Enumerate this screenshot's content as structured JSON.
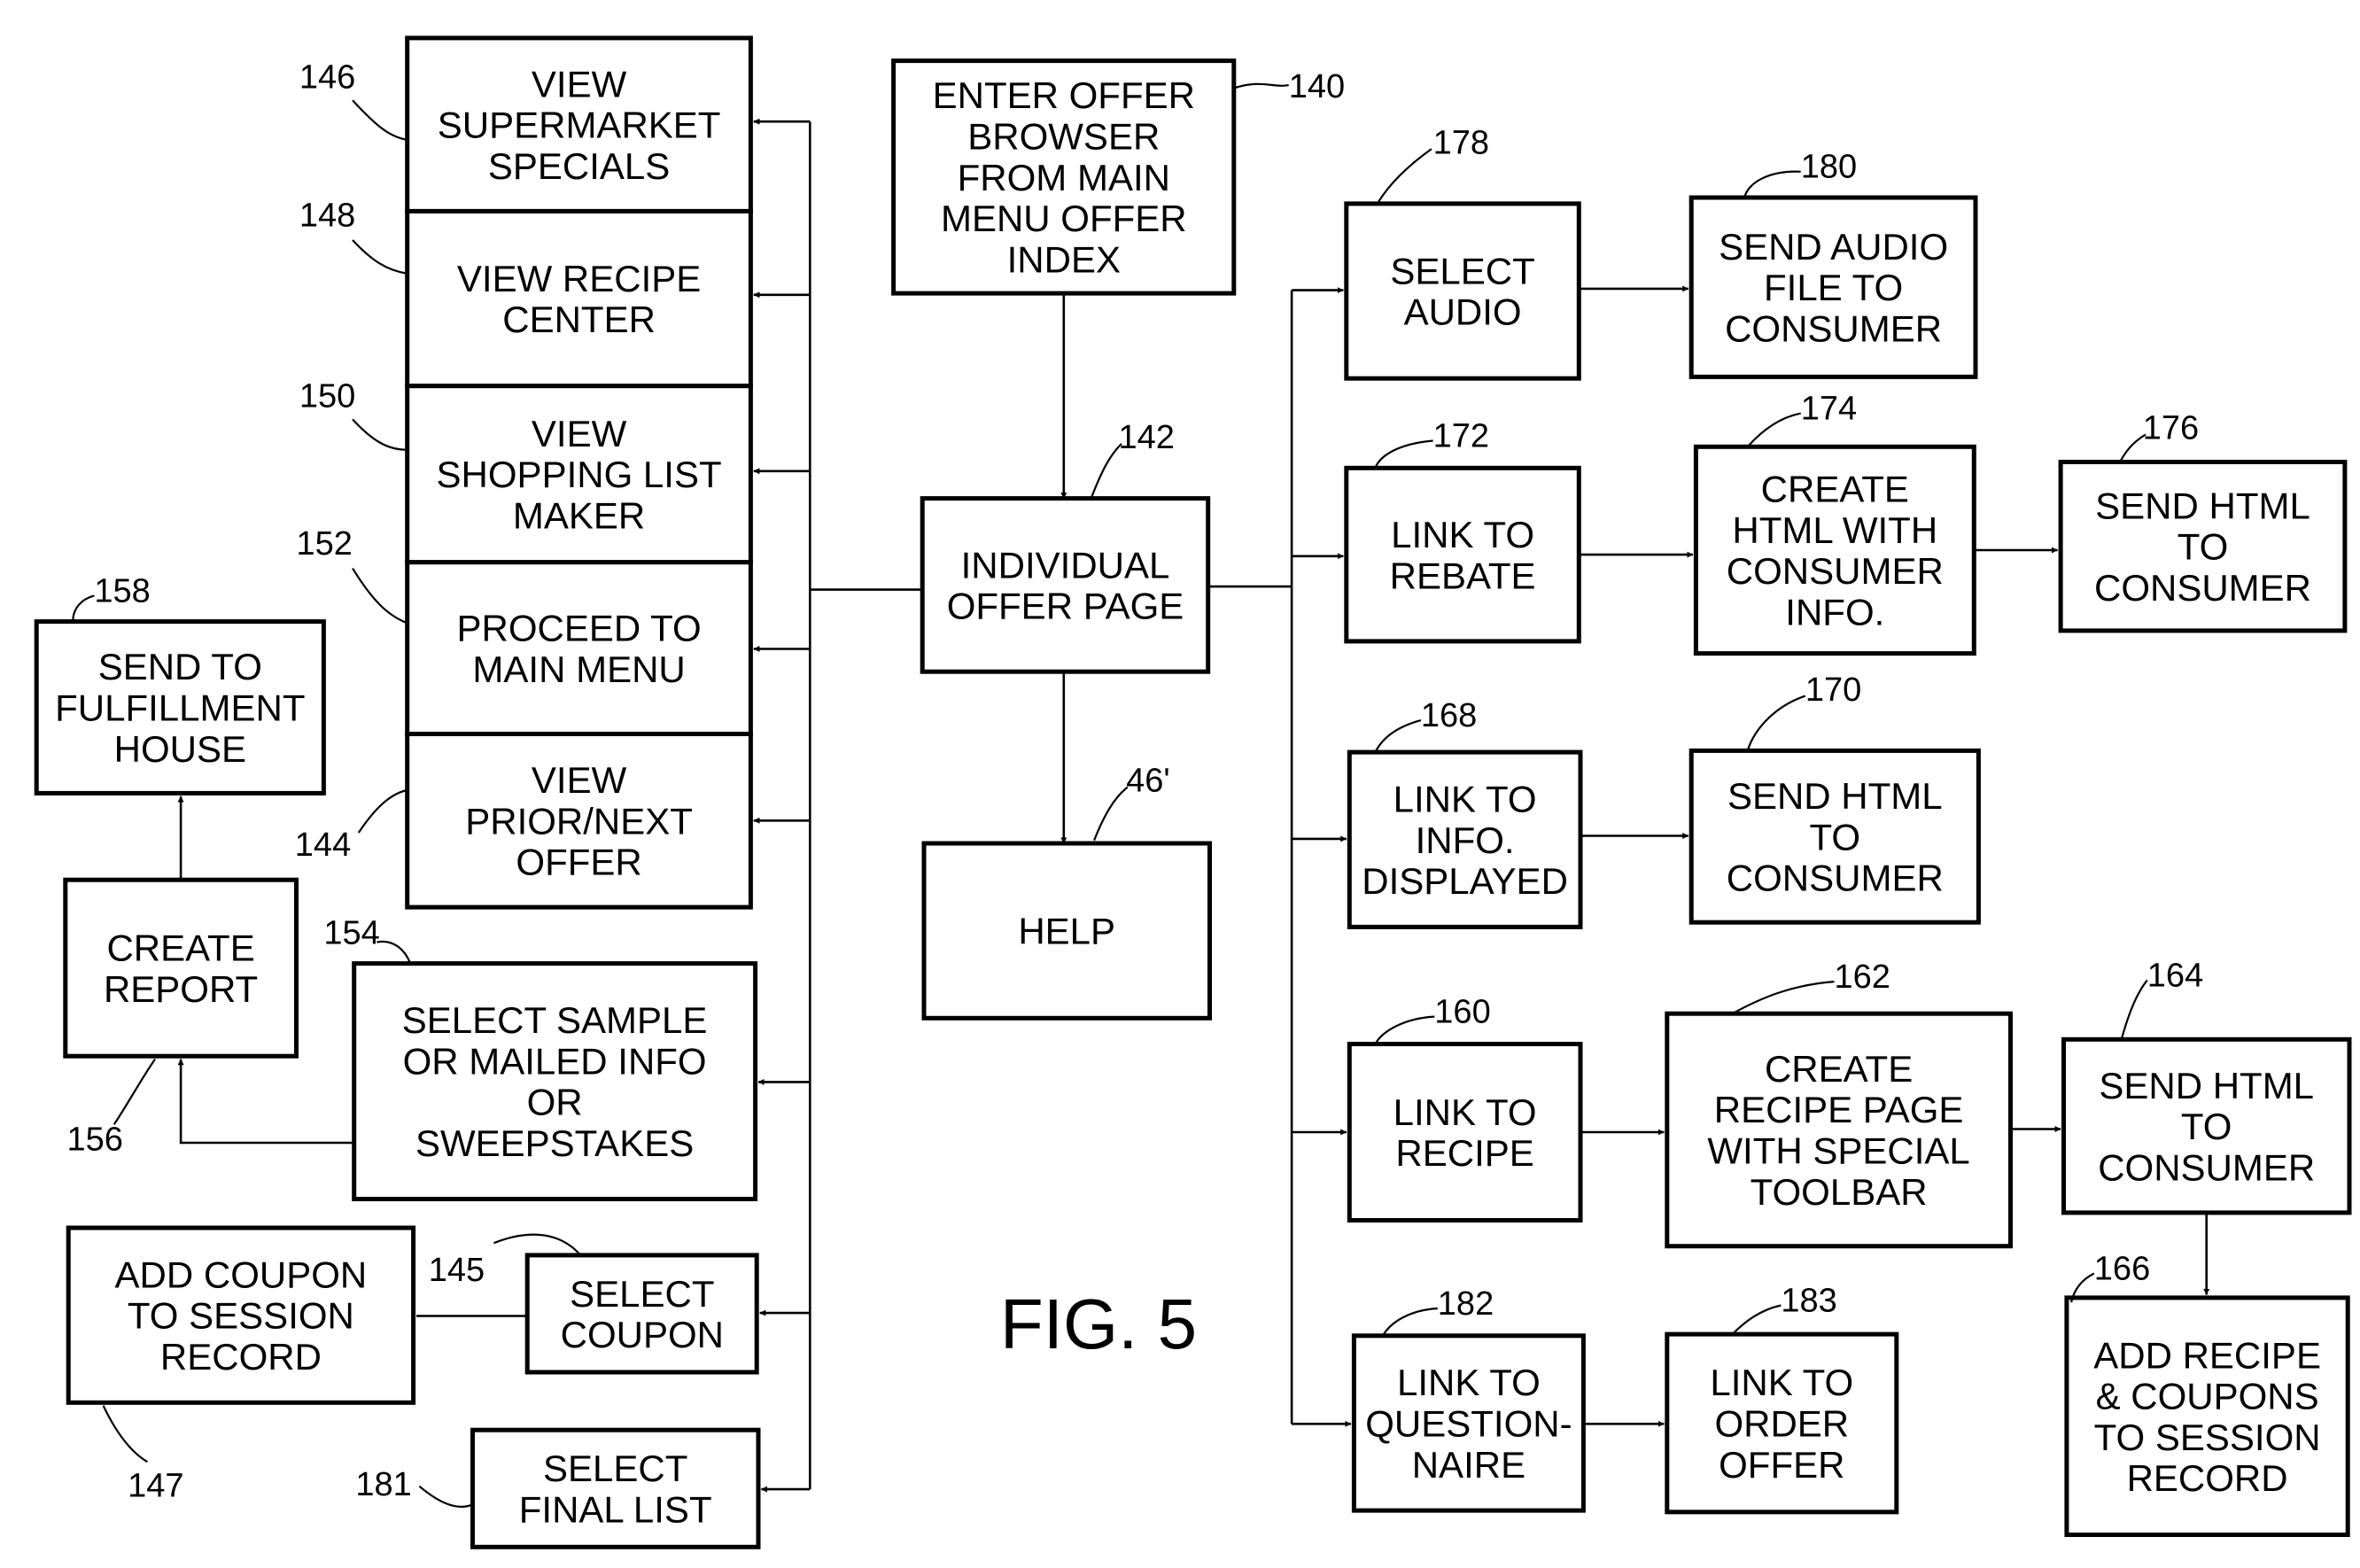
{
  "figure": {
    "label": "FIG. 5"
  },
  "boxes": [
    {
      "id": "enter_offer_browser",
      "ref": "140",
      "lines": [
        "ENTER OFFER",
        "BROWSER",
        "FROM MAIN",
        "MENU OFFER",
        "INDEX"
      ]
    },
    {
      "id": "individual_offer_page",
      "ref": "142",
      "lines": [
        "INDIVIDUAL",
        "OFFER PAGE"
      ]
    },
    {
      "id": "help",
      "ref": "46'",
      "lines": [
        "HELP"
      ]
    },
    {
      "id": "view_supermarket_specials",
      "ref": "146",
      "lines": [
        "VIEW",
        "SUPERMARKET",
        "SPECIALS"
      ]
    },
    {
      "id": "view_recipe_center",
      "ref": "148",
      "lines": [
        "VIEW RECIPE",
        "CENTER"
      ]
    },
    {
      "id": "view_shopping_list_maker",
      "ref": "150",
      "lines": [
        "VIEW",
        "SHOPPING LIST",
        "MAKER"
      ]
    },
    {
      "id": "proceed_to_main_menu",
      "ref": "152",
      "lines": [
        "PROCEED TO",
        "MAIN MENU"
      ]
    },
    {
      "id": "view_prior_next_offer",
      "ref": "144",
      "lines": [
        "VIEW",
        "PRIOR/NEXT",
        "OFFER"
      ]
    },
    {
      "id": "select_sample",
      "ref": "154",
      "lines": [
        "SELECT SAMPLE",
        "OR MAILED INFO",
        "OR",
        "SWEEPSTAKES"
      ]
    },
    {
      "id": "select_coupon",
      "ref": "145",
      "lines": [
        "SELECT",
        "COUPON"
      ]
    },
    {
      "id": "select_final_list",
      "ref": "181",
      "lines": [
        "SELECT",
        "FINAL LIST"
      ]
    },
    {
      "id": "send_to_fulfillment_house",
      "ref": "158",
      "lines": [
        "SEND TO",
        "FULFILLMENT",
        "HOUSE"
      ]
    },
    {
      "id": "create_report",
      "ref": "156",
      "lines": [
        "CREATE",
        "REPORT"
      ]
    },
    {
      "id": "add_coupon_to_session_record",
      "ref": "147",
      "lines": [
        "ADD COUPON",
        "TO SESSION",
        "RECORD"
      ]
    },
    {
      "id": "select_audio",
      "ref": "178",
      "lines": [
        "SELECT",
        "AUDIO"
      ]
    },
    {
      "id": "send_audio_file",
      "ref": "180",
      "lines": [
        "SEND AUDIO",
        "FILE TO",
        "CONSUMER"
      ]
    },
    {
      "id": "link_to_rebate",
      "ref": "172",
      "lines": [
        "LINK TO",
        "REBATE"
      ]
    },
    {
      "id": "create_html_consumer_info",
      "ref": "174",
      "lines": [
        "CREATE",
        "HTML WITH",
        "CONSUMER",
        "INFO."
      ]
    },
    {
      "id": "send_html_176",
      "ref": "176",
      "lines": [
        "SEND HTML",
        "TO",
        "CONSUMER"
      ]
    },
    {
      "id": "link_to_info_displayed",
      "ref": "168",
      "lines": [
        "LINK TO",
        "INFO.",
        "DISPLAYED"
      ]
    },
    {
      "id": "send_html_170",
      "ref": "170",
      "lines": [
        "SEND HTML",
        "TO",
        "CONSUMER"
      ]
    },
    {
      "id": "link_to_recipe",
      "ref": "160",
      "lines": [
        "LINK TO",
        "RECIPE"
      ]
    },
    {
      "id": "create_recipe_page",
      "ref": "162",
      "lines": [
        "CREATE",
        "RECIPE PAGE",
        "WITH SPECIAL",
        "TOOLBAR"
      ]
    },
    {
      "id": "send_html_164",
      "ref": "164",
      "lines": [
        "SEND HTML",
        "TO",
        "CONSUMER"
      ]
    },
    {
      "id": "add_recipe_coupons",
      "ref": "166",
      "lines": [
        "ADD RECIPE",
        "& COUPONS",
        "TO SESSION",
        "RECORD"
      ]
    },
    {
      "id": "link_to_questionnaire",
      "ref": "182",
      "lines": [
        "LINK TO",
        "QUESTION-",
        "NAIRE"
      ]
    },
    {
      "id": "link_to_order_offer",
      "ref": "183",
      "lines": [
        "LINK TO",
        "ORDER",
        "OFFER"
      ]
    }
  ]
}
